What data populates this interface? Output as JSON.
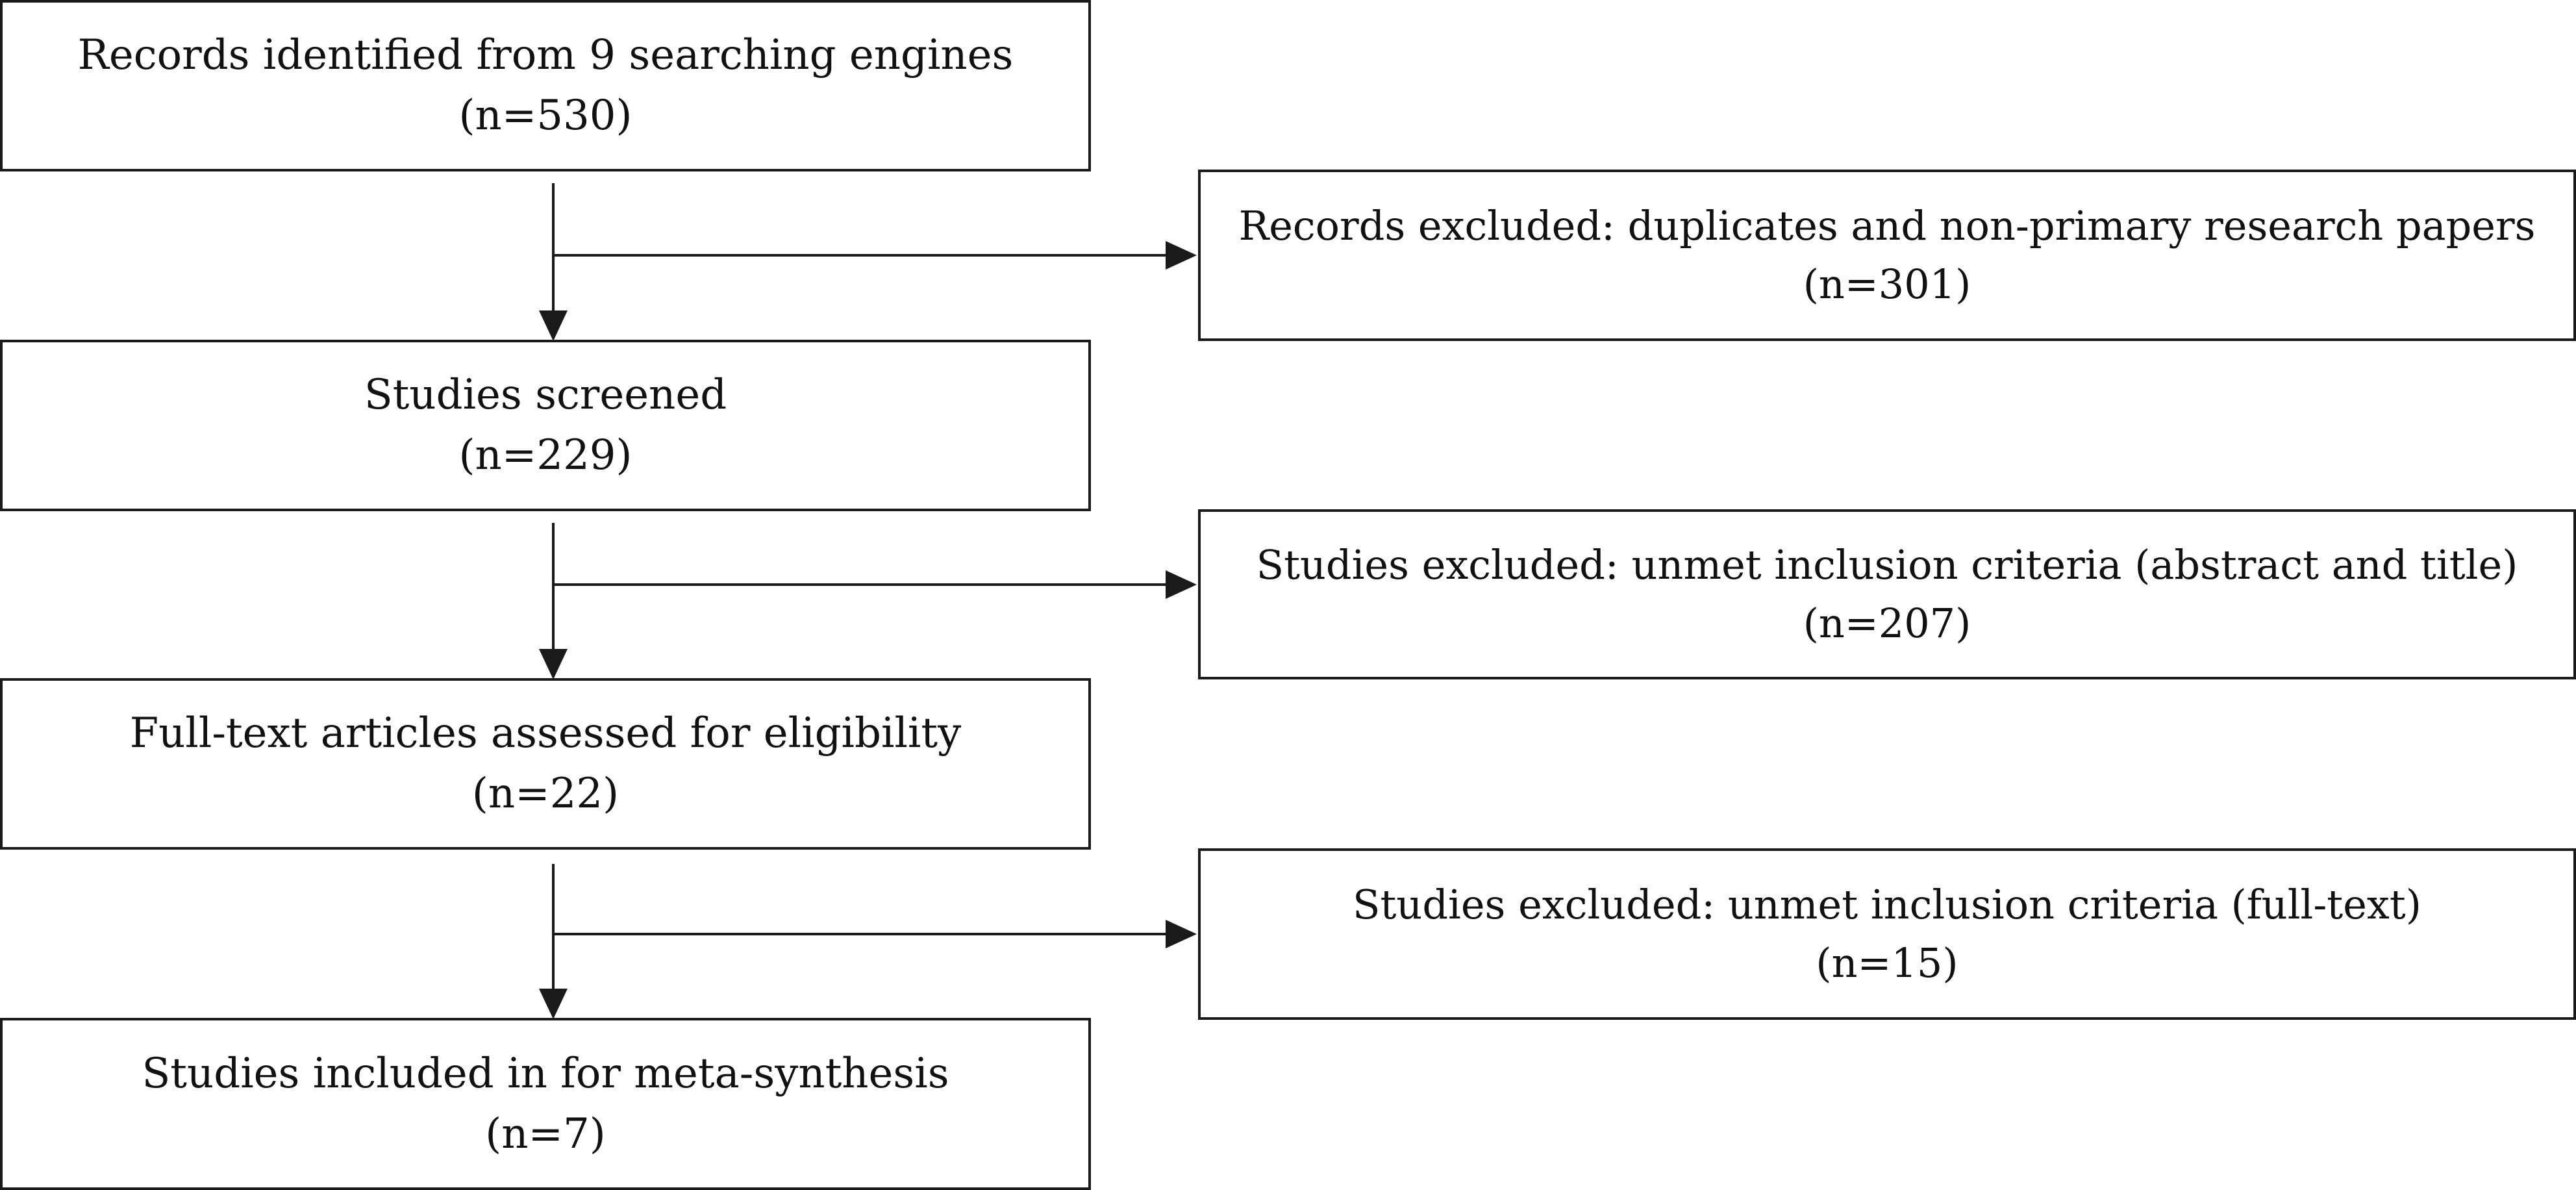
{
  "flow": {
    "identified": {
      "label": "Records identified from 9 searching engines",
      "count": "(n=530)"
    },
    "excluded_duplicates": {
      "label": "Records excluded: duplicates and non-primary research papers",
      "count": "(n=301)"
    },
    "screened": {
      "label": "Studies screened",
      "count": "(n=229)"
    },
    "excluded_abstract": {
      "label": "Studies excluded: unmet inclusion criteria (abstract and title)",
      "count": "(n=207)"
    },
    "assessed": {
      "label": "Full-text articles assessed for eligibility",
      "count": "(n=22)"
    },
    "excluded_fulltext": {
      "label": "Studies excluded: unmet inclusion criteria (full-text)",
      "count": "(n=15)"
    },
    "included": {
      "label": "Studies included in for meta-synthesis",
      "count": "(n=7)"
    }
  }
}
